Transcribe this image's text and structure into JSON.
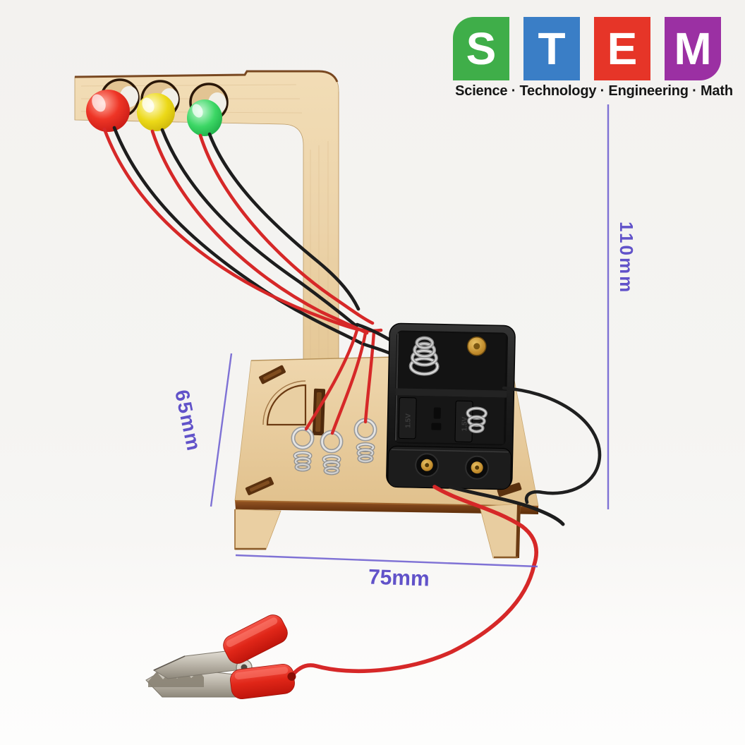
{
  "logo": {
    "letters": [
      {
        "char": "S",
        "tile_color": "#3fae49"
      },
      {
        "char": "T",
        "tile_color": "#3a7ec6"
      },
      {
        "char": "E",
        "tile_color": "#e63528"
      },
      {
        "char": "M",
        "tile_color": "#9b30a3"
      }
    ],
    "tagline": "Science · Technology · Engineering · Math",
    "tagline_color": "#161616"
  },
  "dimensions": {
    "height": "110mm",
    "side": "65mm",
    "width": "75mm",
    "annotation_color": "#6152c9"
  },
  "product": {
    "battery_label": "1.5V",
    "led_colors": {
      "red": "#e41c1c",
      "yellow": "#e8d816",
      "green": "#2fd05e"
    },
    "wire_colors": {
      "red": "#d62828",
      "black": "#1d1d1d"
    },
    "wood_color": "#ecd3ab",
    "wood_edge_color": "#6e3a12",
    "background_color": "#f5f4f2"
  }
}
